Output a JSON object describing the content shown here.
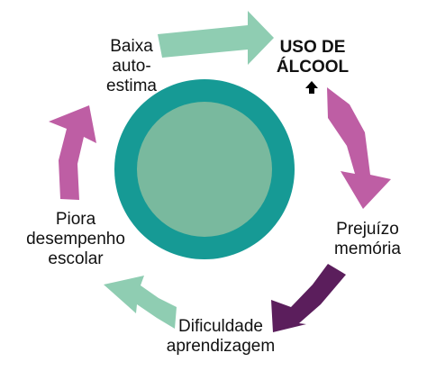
{
  "diagram": {
    "center_outer_color": "#169a95",
    "center_inner_color": "#79b99e",
    "stages": [
      {
        "lines": [
          "USO DE",
          "ÁLCOOL"
        ],
        "bold": true
      },
      {
        "lines": [
          "Prejuízo",
          "memória"
        ]
      },
      {
        "lines": [
          "Dificuldade",
          "aprendizagem"
        ]
      },
      {
        "lines": [
          "Piora",
          "desempenho",
          "escolar"
        ]
      },
      {
        "lines": [
          "Baixa",
          "auto-",
          "estima"
        ]
      }
    ],
    "arrows": [
      {
        "from": "Baixa auto-estima",
        "to": "USO DE ÁLCOOL",
        "color": "#8fcdb2"
      },
      {
        "from": "USO DE ÁLCOOL",
        "to": "Prejuízo memória",
        "color": "#be5ea4"
      },
      {
        "from": "Prejuízo memória",
        "to": "Dificuldade aprendizagem",
        "color": "#5b1e5c"
      },
      {
        "from": "Dificuldade aprendizagem",
        "to": "Piora desempenho escolar",
        "color": "#8fcdb2"
      },
      {
        "from": "Piora desempenho escolar",
        "to": "Baixa auto-estima",
        "color": "#be5ea4"
      }
    ],
    "small_arrow": {
      "icon": "up-arrow-icon",
      "color": "#000000"
    }
  }
}
